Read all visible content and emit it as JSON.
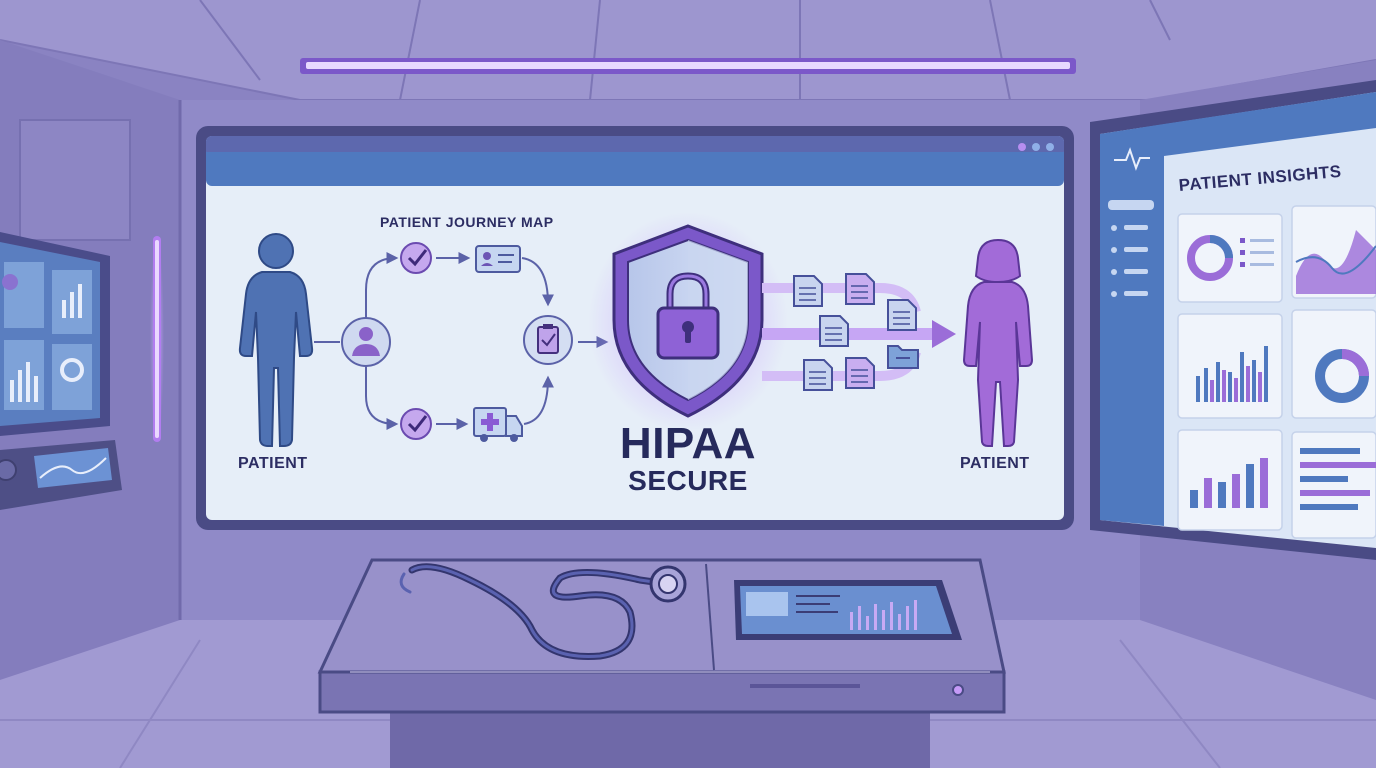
{
  "main_screen": {
    "journey_title": "PATIENT JOURNEY MAP",
    "left_patient_label": "PATIENT",
    "right_patient_label": "PATIENT",
    "shield_line1": "HIPAA",
    "shield_line2": "SECURE"
  },
  "right_screen": {
    "title": "PATIENT INSIGHTS"
  },
  "colors": {
    "accent_purple": "#9b6dd8",
    "navy": "#2c2d63",
    "patient_blue": "#4f72b3",
    "room_lavender": "#8e86c4",
    "screen_bg": "#e6eef8"
  },
  "icons": [
    "patient-figure-icon",
    "avatar-icon",
    "checkmark-icon",
    "id-card-icon",
    "clipboard-icon",
    "ambulance-icon",
    "shield-lock-icon",
    "document-icon",
    "folder-icon",
    "stethoscope-icon",
    "heartbeat-icon"
  ]
}
